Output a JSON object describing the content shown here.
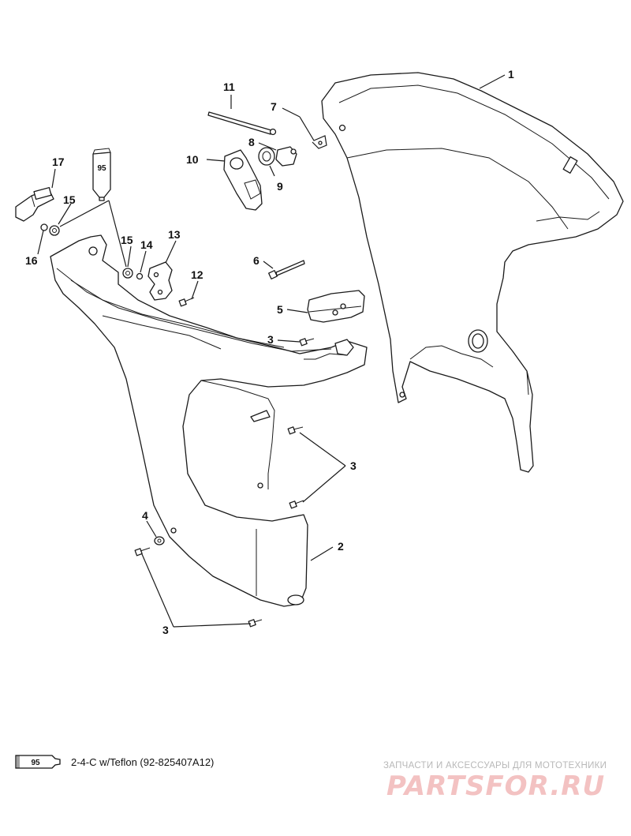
{
  "callouts": {
    "c1": "1",
    "c2": "2",
    "c3a": "3",
    "c3b": "3",
    "c3c": "3",
    "c4": "4",
    "c5": "5",
    "c6": "6",
    "c7": "7",
    "c8": "8",
    "c9": "9",
    "c10": "10",
    "c11": "11",
    "c12": "12",
    "c13": "13",
    "c14": "14",
    "c15a": "15",
    "c15b": "15",
    "c16": "16",
    "c17": "17"
  },
  "tube_label": "95",
  "legend": {
    "tube_label": "95",
    "text": "2-4-C w/Teflon (92-825407A12)"
  },
  "watermark": {
    "subtitle": "ЗАПЧАСТИ И АКСЕССУАРЫ ДЛЯ МОТОТЕХНИКИ",
    "logo": "PARTSFOR.RU"
  }
}
